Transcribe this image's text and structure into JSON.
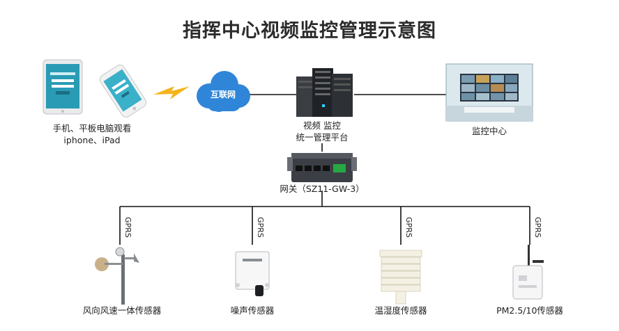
{
  "title": "指挥中心视频监控管理示意图",
  "mobile": {
    "line1": "手机、平板电脑观看",
    "line2": "iphone、iPad"
  },
  "internet": {
    "label": "互联网"
  },
  "platform": {
    "line1": "视频 监控",
    "line2": "统一管理平台"
  },
  "monitor_center": {
    "label": "监控中心"
  },
  "gateway": {
    "label": "网关（SZ11-GW-3）"
  },
  "link_label": "GPRS",
  "sensors": [
    {
      "label": "风向风速一体传感器"
    },
    {
      "label": "噪声传感器"
    },
    {
      "label": "温湿度传感器"
    },
    {
      "label": "PM2.5/10传感器"
    }
  ],
  "colors": {
    "cloud": "#2f86d8",
    "lightning": "#f6b41b",
    "line": "#111111"
  }
}
